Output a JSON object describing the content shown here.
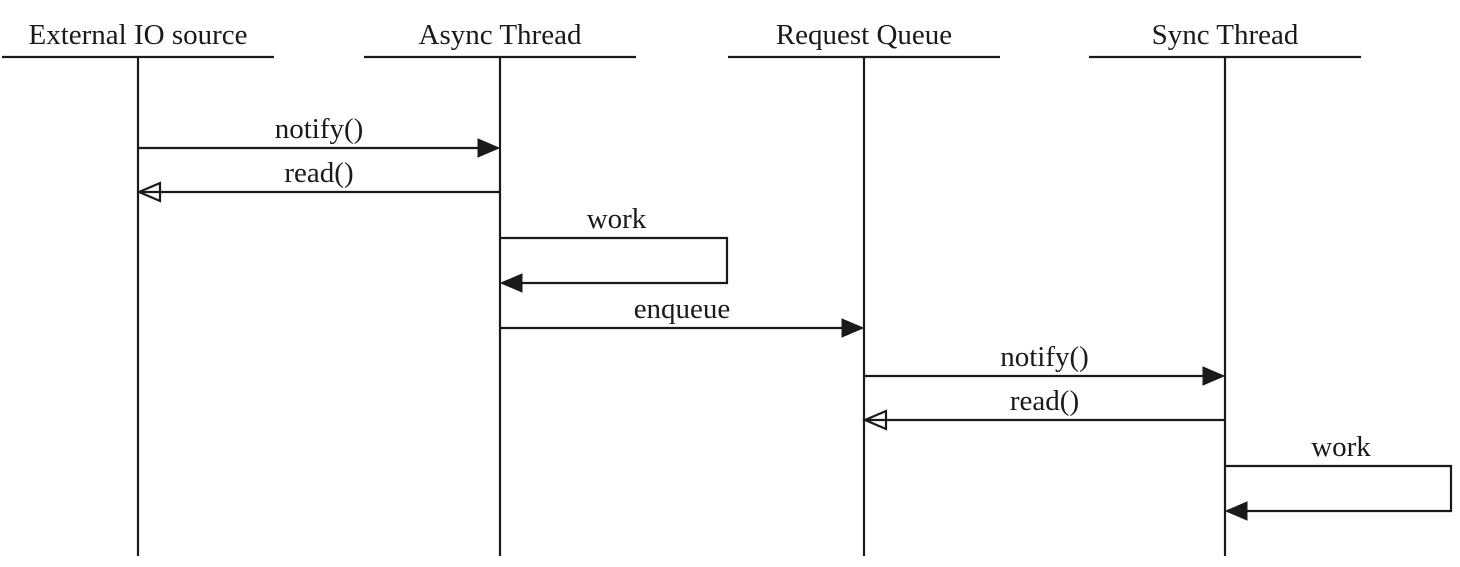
{
  "participants": [
    {
      "id": "external",
      "label": "External IO source"
    },
    {
      "id": "async",
      "label": "Async Thread"
    },
    {
      "id": "queue",
      "label": "Request Queue"
    },
    {
      "id": "sync",
      "label": "Sync Thread"
    }
  ],
  "messages": [
    {
      "from": "external",
      "to": "async",
      "label": "notify()",
      "arrowhead": "filled"
    },
    {
      "from": "async",
      "to": "external",
      "label": "read()",
      "arrowhead": "open"
    },
    {
      "from": "async",
      "to": "async",
      "label": "work",
      "arrowhead": "filled",
      "self": true
    },
    {
      "from": "async",
      "to": "queue",
      "label": "enqueue",
      "arrowhead": "filled"
    },
    {
      "from": "queue",
      "to": "sync",
      "label": "notify()",
      "arrowhead": "filled"
    },
    {
      "from": "sync",
      "to": "queue",
      "label": "read()",
      "arrowhead": "open"
    },
    {
      "from": "sync",
      "to": "sync",
      "label": "work",
      "arrowhead": "filled",
      "self": true
    }
  ]
}
